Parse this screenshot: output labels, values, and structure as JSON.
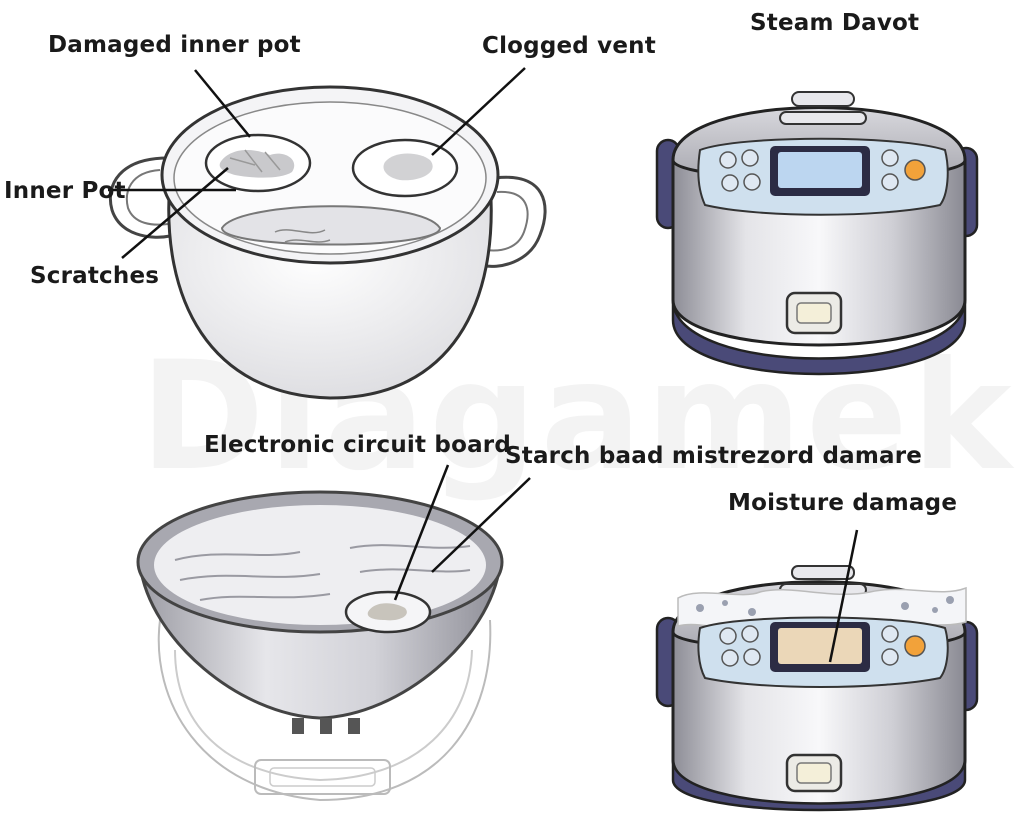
{
  "watermark": "Diagamek",
  "labels": {
    "damaged_inner_pot": "Damaged inner pot",
    "clogged_vent": "Clogged vent",
    "steam_davot": "Steam Davot",
    "inner_pot": "Inner Pot",
    "scratches": "Scratches",
    "electronic_circuit_board": "Electronic circuit board",
    "starch_damage": "Starch baad mistrezord damare",
    "moisture_damage": "Moisture damage"
  },
  "colors": {
    "steel_light": "#f2f2f4",
    "steel_dark": "#9a9aa2",
    "trim_navy": "#4a4a78",
    "panel_blue": "#cfe0ee",
    "display": "#bcd6f0",
    "button_orange": "#f2a23a",
    "line": "#222222"
  }
}
